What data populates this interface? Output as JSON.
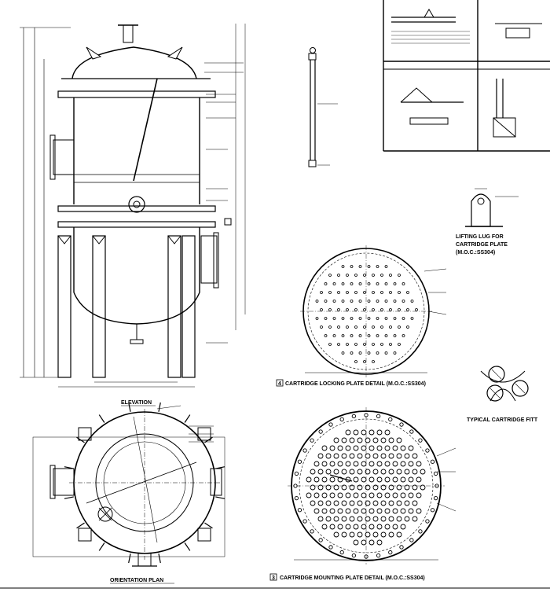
{
  "titles": {
    "elevation": "ELEVATION",
    "orientation_plan": "ORIENTATION PLAN",
    "locking_plate": "CARTRIDGE LOCKING PLATE DETAIL (M.O.C.:SS304)",
    "locking_plate_no": "4",
    "mounting_plate": "CARTRIDGE MOUNTING PLATE DETAIL (M.O.C.:SS304)",
    "mounting_plate_no": "3",
    "lifting_lug_line1": "LIFTING LUG FOR",
    "lifting_lug_line2": "CARTRIDGE PLATE",
    "lifting_lug_line3": "(M.O.C.:SS304)",
    "typical_cartridge": "TYPICAL CARTRIDGE FITT"
  },
  "colors": {
    "ink": "#000000",
    "paper": "#ffffff"
  }
}
